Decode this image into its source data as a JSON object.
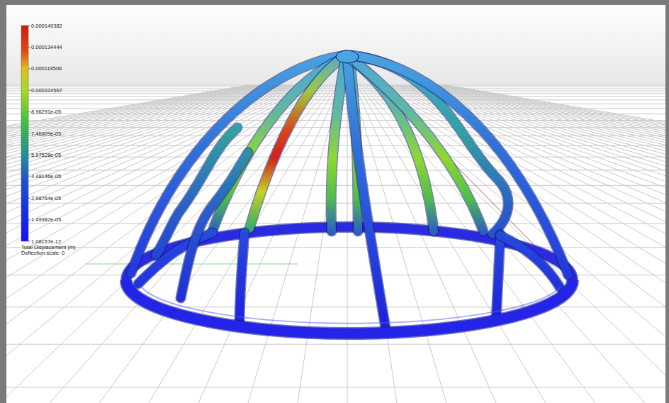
{
  "diagram": {
    "labels": [
      "0.000149382",
      "0.000134444",
      "0.000119506",
      "0.000104567",
      "8.96291e-05",
      "7.46909e-05",
      "5.97528e-05",
      "4.48146e-05",
      "2.98764e-05",
      "1.49382e-05",
      "1.08157e-12",
      "Total Displacement (m)",
      "Deflection scale: 0"
    ]
  }
}
